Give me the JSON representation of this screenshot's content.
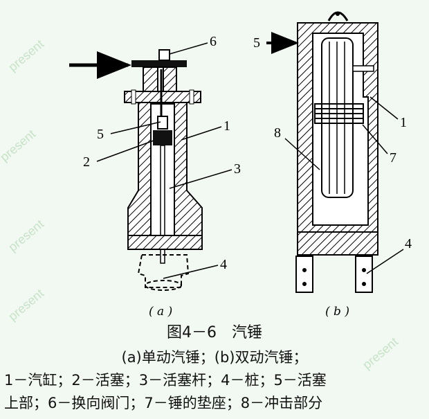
{
  "watermark": "present",
  "figure": {
    "panel_a": {
      "sublabel": "( a )",
      "labels": [
        "6",
        "5",
        "1",
        "2",
        "3",
        "4"
      ]
    },
    "panel_b": {
      "sublabel": "( b )",
      "labels": [
        "5",
        "1",
        "8",
        "7",
        "4"
      ]
    }
  },
  "caption": {
    "title": "图4－6　汽锤",
    "subtitle": "(a)单动汽锤；(b)双动汽锤；",
    "legend_line1": "1－汽缸；2－活塞；3－活塞杆；4－桩；5－活塞",
    "legend_line2": "上部；6－换向阀门；7－锤的垫座；8－冲击部分"
  }
}
